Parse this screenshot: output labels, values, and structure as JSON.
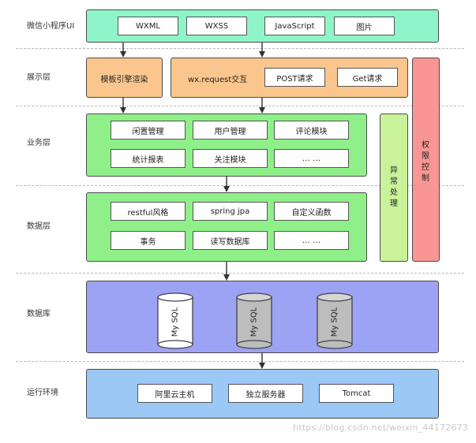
{
  "layers": {
    "ui": "微信小程序UI",
    "display": "展示层",
    "business": "业务层",
    "data": "数据层",
    "database": "数据库",
    "runtime": "运行环境"
  },
  "ui_items": [
    "WXML",
    "WXSS",
    "JavaScript",
    "图片"
  ],
  "display_items": {
    "template": "模板引擎渲染",
    "request": "wx.request交互",
    "post": "POST请求",
    "get": "Get请求"
  },
  "business_items": [
    "闲置管理",
    "用户管理",
    "评论模块",
    "统计报表",
    "关注模块",
    "… …"
  ],
  "data_items": [
    "restful风格",
    "spring jpa",
    "自定义函数",
    "事务",
    "读写数据库",
    "… …"
  ],
  "database_items": [
    "My SQL",
    "My SQL",
    "My SQL"
  ],
  "runtime_items": [
    "阿里云主机",
    "独立服务器",
    "Tomcat"
  ],
  "side": {
    "exception": "异常处理",
    "permission": "权限控制"
  },
  "watermark": "https://blog.csdn.net/weixin_44172673",
  "colors": {
    "ui_band": "#8ff5c8",
    "display_band": "#fbc68d",
    "business_band": "#8ff08a",
    "data_band": "#8ff08a",
    "exception_band": "#c9f29a",
    "permission_band": "#f79692",
    "database_band": "#9ca3f4",
    "runtime_band": "#9cc8f6",
    "cylinder_light": "#ffffff",
    "cylinder_gray": "#bdbdbd"
  }
}
